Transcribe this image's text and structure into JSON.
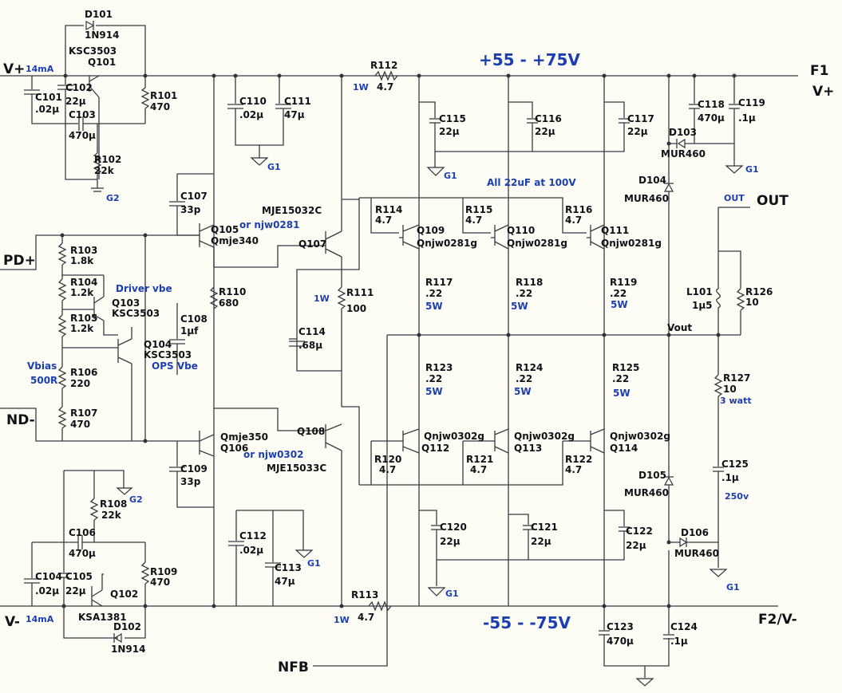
{
  "rails": {
    "pos_label": "V+",
    "pos_current": "14mA",
    "neg_label": "V-",
    "neg_current": "14mA",
    "pos_voltage": "+55 -  +75V",
    "neg_voltage": "-55 -  -75V",
    "f1": "F1",
    "f1v": "V+",
    "f2": "F2/V-"
  },
  "ports": {
    "pd": "PD+",
    "nd": "ND-",
    "nfb": "NFB",
    "out": "OUT",
    "out_small": "OUT",
    "vout": "Vout"
  },
  "notes": {
    "driver_vbe": "Driver vbe",
    "ops_vbe": "OPS Vbe",
    "vbias1": "Vbias",
    "vbias2": "500R",
    "caps": "All 22uF at 100V",
    "w1a": "1W",
    "w1b": "1W",
    "w1c": "1W",
    "w3": "3 watt",
    "v250": "250v"
  },
  "grounds": {
    "g1": "G1",
    "g2": "G2"
  },
  "components": [
    {
      "id": "d101",
      "ref": "D101",
      "val": "1N914"
    },
    {
      "id": "q101",
      "ref": "Q101",
      "val": "KSC3503"
    },
    {
      "id": "c101",
      "ref": "C101",
      "val": ".02µ"
    },
    {
      "id": "c102",
      "ref": "C102",
      "val": "22µ"
    },
    {
      "id": "c103",
      "ref": "C103",
      "val": "470µ"
    },
    {
      "id": "r101",
      "ref": "R101",
      "val": "470"
    },
    {
      "id": "r102",
      "ref": "R102",
      "val": "22k"
    },
    {
      "id": "r112",
      "ref": "R112",
      "val": "4.7"
    },
    {
      "id": "c110",
      "ref": "C110",
      "val": ".02µ"
    },
    {
      "id": "c111",
      "ref": "C111",
      "val": "47µ"
    },
    {
      "id": "c115",
      "ref": "C115",
      "val": "22µ"
    },
    {
      "id": "c116",
      "ref": "C116",
      "val": "22µ"
    },
    {
      "id": "c117",
      "ref": "C117",
      "val": "22µ"
    },
    {
      "id": "c118",
      "ref": "C118",
      "val": "470µ"
    },
    {
      "id": "c119",
      "ref": "C119",
      "val": ".1µ"
    },
    {
      "id": "d103",
      "ref": "D103",
      "val": "MUR460"
    },
    {
      "id": "d104",
      "ref": "D104",
      "val": "MUR460"
    },
    {
      "id": "c107",
      "ref": "C107",
      "val": "33p"
    },
    {
      "id": "q105",
      "ref": "Q105",
      "val": "Qmje340"
    },
    {
      "id": "q107",
      "ref": "Q107",
      "val": "MJE15032C"
    },
    {
      "id": "q107alt",
      "ref": "",
      "val": "or njw0281"
    },
    {
      "id": "r114",
      "ref": "R114",
      "val": "4.7"
    },
    {
      "id": "r115",
      "ref": "R115",
      "val": "4.7"
    },
    {
      "id": "r116",
      "ref": "R116",
      "val": "4.7"
    },
    {
      "id": "q109",
      "ref": "Q109",
      "val": "Qnjw0281g"
    },
    {
      "id": "q110",
      "ref": "Q110",
      "val": "Qnjw0281g"
    },
    {
      "id": "q111",
      "ref": "Q111",
      "val": "Qnjw0281g"
    },
    {
      "id": "r103",
      "ref": "R103",
      "val": "1.8k"
    },
    {
      "id": "r104",
      "ref": "R104",
      "val": "1.2k"
    },
    {
      "id": "r105",
      "ref": "R105",
      "val": "1.2k"
    },
    {
      "id": "q103",
      "ref": "Q103",
      "val": "KSC3503"
    },
    {
      "id": "q104",
      "ref": "Q104",
      "val": "KSC3503"
    },
    {
      "id": "r106",
      "ref": "R106",
      "val": "220"
    },
    {
      "id": "r107",
      "ref": "R107",
      "val": "470"
    },
    {
      "id": "r110",
      "ref": "R110",
      "val": "680"
    },
    {
      "id": "c108",
      "ref": "C108",
      "val": "1µf"
    },
    {
      "id": "r111",
      "ref": "R111",
      "val": "100"
    },
    {
      "id": "c114",
      "ref": "C114",
      "val": ".68µ"
    },
    {
      "id": "r117",
      "ref": "R117",
      "val": ".22"
    },
    {
      "id": "r118",
      "ref": "R118",
      "val": ".22"
    },
    {
      "id": "r119",
      "ref": "R119",
      "val": ".22"
    },
    {
      "id": "r123",
      "ref": "R123",
      "val": ".22"
    },
    {
      "id": "r124",
      "ref": "R124",
      "val": ".22"
    },
    {
      "id": "r125",
      "ref": "R125",
      "val": ".22"
    },
    {
      "id": "l101",
      "ref": "L101",
      "val": "1µ5"
    },
    {
      "id": "r126",
      "ref": "R126",
      "val": "10"
    },
    {
      "id": "r127",
      "ref": "R127",
      "val": "10"
    },
    {
      "id": "q106",
      "ref": "Q106",
      "val": "Qmje350"
    },
    {
      "id": "q106alt",
      "ref": "",
      "val": "or njw0302"
    },
    {
      "id": "q108",
      "ref": "Q108",
      "val": "MJE15033C"
    },
    {
      "id": "q112",
      "ref": "Q112",
      "val": "Qnjw0302g"
    },
    {
      "id": "q113",
      "ref": "Q113",
      "val": "Qnjw0302g"
    },
    {
      "id": "q114",
      "ref": "Q114",
      "val": "Qnjw0302g"
    },
    {
      "id": "r120",
      "ref": "R120",
      "val": "4.7"
    },
    {
      "id": "r121",
      "ref": "R121",
      "val": "4.7"
    },
    {
      "id": "r122",
      "ref": "R122",
      "val": "4.7"
    },
    {
      "id": "c109",
      "ref": "C109",
      "val": "33p"
    },
    {
      "id": "r108",
      "ref": "R108",
      "val": "22k"
    },
    {
      "id": "c106",
      "ref": "C106",
      "val": "470µ"
    },
    {
      "id": "c104",
      "ref": "C104",
      "val": ".02µ"
    },
    {
      "id": "c105",
      "ref": "C105",
      "val": "22µ"
    },
    {
      "id": "r109",
      "ref": "R109",
      "val": "470"
    },
    {
      "id": "q102",
      "ref": "Q102",
      "val": "KSA1381"
    },
    {
      "id": "d102",
      "ref": "D102",
      "val": "1N914"
    },
    {
      "id": "c112",
      "ref": "C112",
      "val": ".02µ"
    },
    {
      "id": "c113",
      "ref": "C113",
      "val": "47µ"
    },
    {
      "id": "r113",
      "ref": "R113",
      "val": "4.7"
    },
    {
      "id": "c120",
      "ref": "C120",
      "val": "22µ"
    },
    {
      "id": "c121",
      "ref": "C121",
      "val": "22µ"
    },
    {
      "id": "c122",
      "ref": "C122",
      "val": "22µ"
    },
    {
      "id": "c123",
      "ref": "C123",
      "val": "470µ"
    },
    {
      "id": "c124",
      "ref": "C124",
      "val": ".1µ"
    },
    {
      "id": "d105",
      "ref": "D105",
      "val": "MUR460"
    },
    {
      "id": "d106",
      "ref": "D106",
      "val": "MUR460"
    },
    {
      "id": "c125",
      "ref": "C125",
      "val": ".1µ"
    }
  ],
  "watts": {
    "r117": "5W",
    "r118": "5W",
    "r119": "5W",
    "r123": "5W",
    "r124": "5W",
    "r125": "5W"
  }
}
